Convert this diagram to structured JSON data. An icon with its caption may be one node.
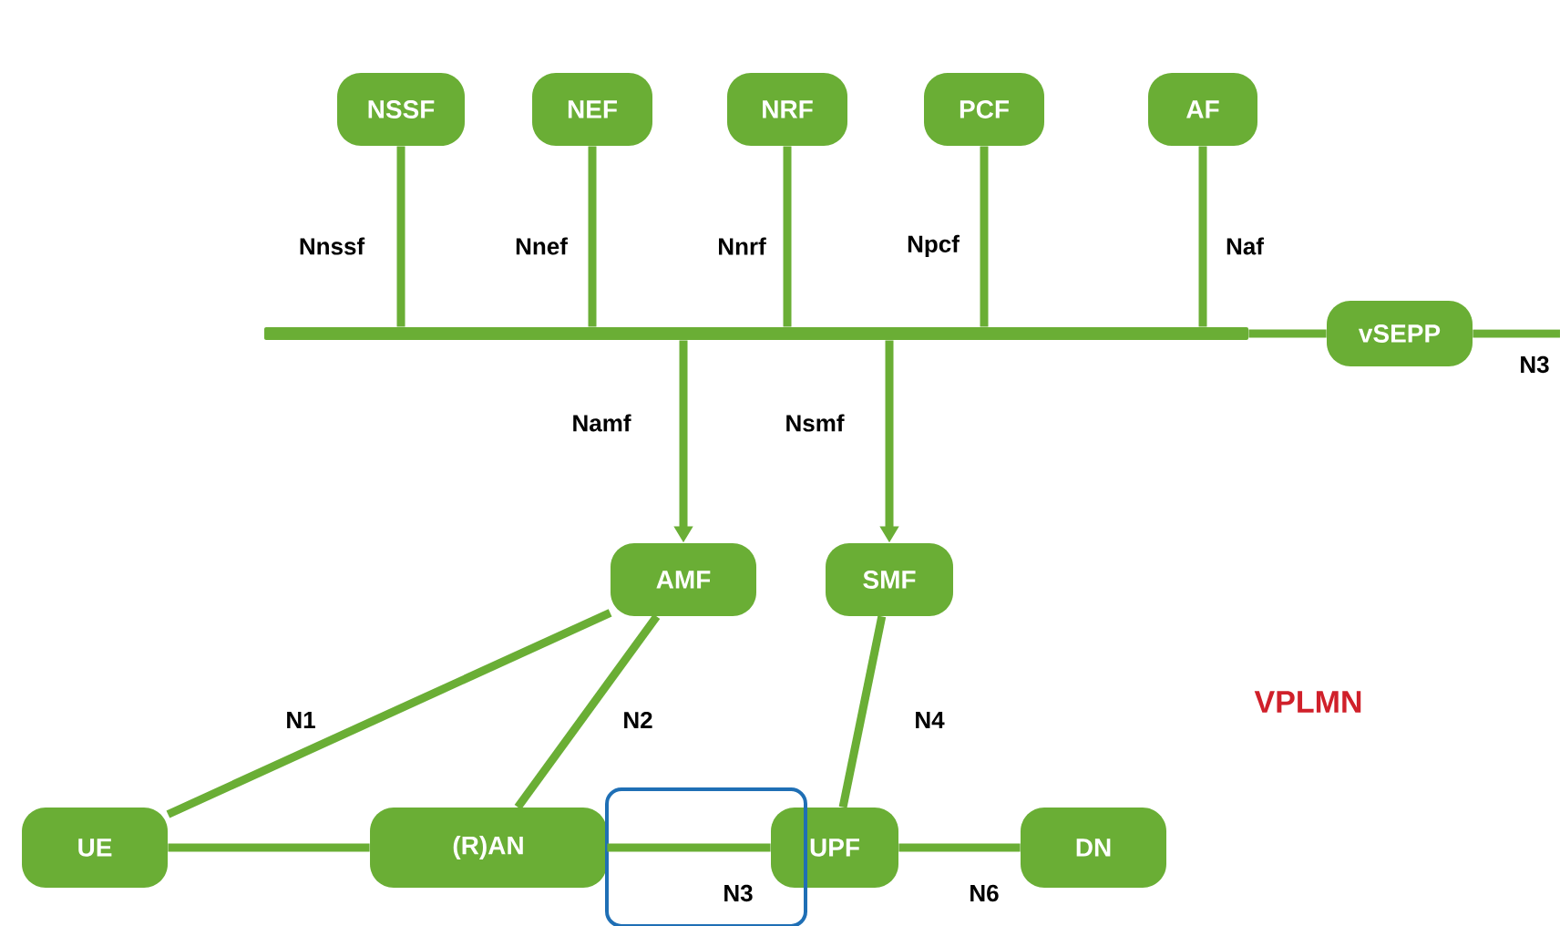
{
  "diagram": {
    "nodes": [
      {
        "text": [
          "NSSF"
        ]
      },
      {
        "text": [
          "NEF"
        ]
      },
      {
        "text": [
          "NRF"
        ]
      },
      {
        "text": [
          "PCF"
        ]
      },
      {
        "text": [
          "AF"
        ]
      },
      {
        "text": [
          "vSEPP"
        ]
      },
      {
        "text": [
          "AMF"
        ]
      },
      {
        "text": [
          "SMF"
        ]
      },
      {
        "text": [
          "UE"
        ]
      },
      {
        "text": [
          "(R)AN"
        ]
      },
      {
        "text": [
          "UPF"
        ]
      },
      {
        "text": [
          "DN"
        ]
      },
      {
        "text": [],
        "shape": "bar"
      }
    ],
    "edges": [
      {
        "from": 0,
        "to": 12,
        "arrow": "none",
        "label": "Nnssf"
      },
      {
        "from": 1,
        "to": 12,
        "arrow": "none",
        "label": "Nnef"
      },
      {
        "from": 2,
        "to": 12,
        "arrow": "none",
        "label": "Nnrf"
      },
      {
        "from": 3,
        "to": 12,
        "arrow": "none",
        "label": "Npcf"
      },
      {
        "from": 4,
        "to": 12,
        "arrow": "none",
        "label": "Naf"
      },
      {
        "from": 12,
        "to": 5,
        "arrow": "none"
      },
      {
        "from": 5,
        "to": null,
        "arrow": "none",
        "label": "N3"
      },
      {
        "from": 12,
        "to": 6,
        "arrow": "to",
        "label": "Namf"
      },
      {
        "from": 12,
        "to": 7,
        "arrow": "to",
        "label": "Nsmf"
      },
      {
        "from": 8,
        "to": 6,
        "arrow": "none",
        "label": "N1"
      },
      {
        "from": 9,
        "to": 6,
        "arrow": "none",
        "label": "N2"
      },
      {
        "from": 10,
        "to": 7,
        "arrow": "none",
        "label": "N4"
      },
      {
        "from": 8,
        "to": 9,
        "arrow": "none"
      },
      {
        "from": 9,
        "to": 10,
        "arrow": "none",
        "label": "N3"
      },
      {
        "from": 10,
        "to": 11,
        "arrow": "none",
        "label": "N6"
      }
    ],
    "labels": [
      "VPLMN"
    ]
  }
}
